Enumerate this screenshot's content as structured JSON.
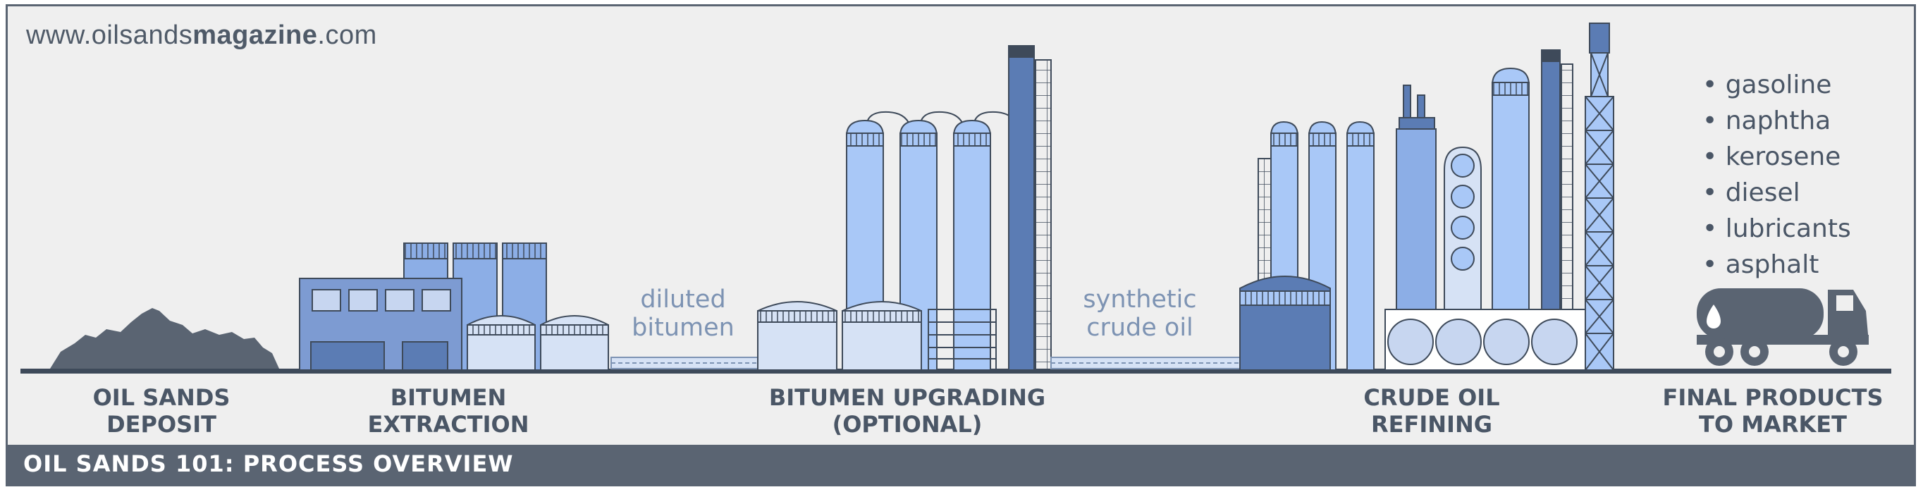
{
  "site": {
    "prefix": "www.oilsands",
    "bold": "magazine",
    "suffix": ".com"
  },
  "stages": [
    {
      "line1": "OIL SANDS",
      "line2": "DEPOSIT"
    },
    {
      "line1": "BITUMEN",
      "line2": "EXTRACTION"
    },
    {
      "line1": "BITUMEN UPGRADING",
      "line2": "(OPTIONAL)"
    },
    {
      "line1": "CRUDE OIL",
      "line2": "REFINING"
    },
    {
      "line1": "FINAL PRODUCTS",
      "line2": "TO MARKET"
    }
  ],
  "flows": [
    {
      "line1": "diluted",
      "line2": "bitumen"
    },
    {
      "line1": "synthetic",
      "line2": "crude oil"
    }
  ],
  "products": [
    "gasoline",
    "naphtha",
    "kerosene",
    "diesel",
    "lubricants",
    "asphalt"
  ],
  "footer": {
    "title": "OIL SANDS 101: PROCESS OVERVIEW"
  },
  "colors": {
    "background": "#efefef",
    "dark_slate": "#5a6472",
    "steel_blue": "#5b7cb4",
    "mid_blue": "#8caee6",
    "light_blue": "#a9c8f7",
    "pale_blue": "#d6e2f5",
    "label_text": "#4a5666",
    "flow_text": "#7d93b3"
  }
}
